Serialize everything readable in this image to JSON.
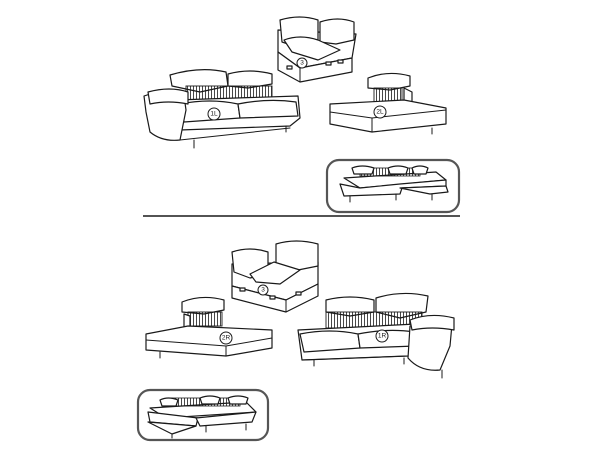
{
  "colors": {
    "line": "#1a1a1a",
    "frame": "#555555",
    "background": "#ffffff"
  },
  "top": {
    "module_3": "3",
    "module_1l": "1L",
    "module_2l": "2L"
  },
  "bottom": {
    "module_3": "3",
    "module_2r": "2R",
    "module_1r": "1R"
  }
}
